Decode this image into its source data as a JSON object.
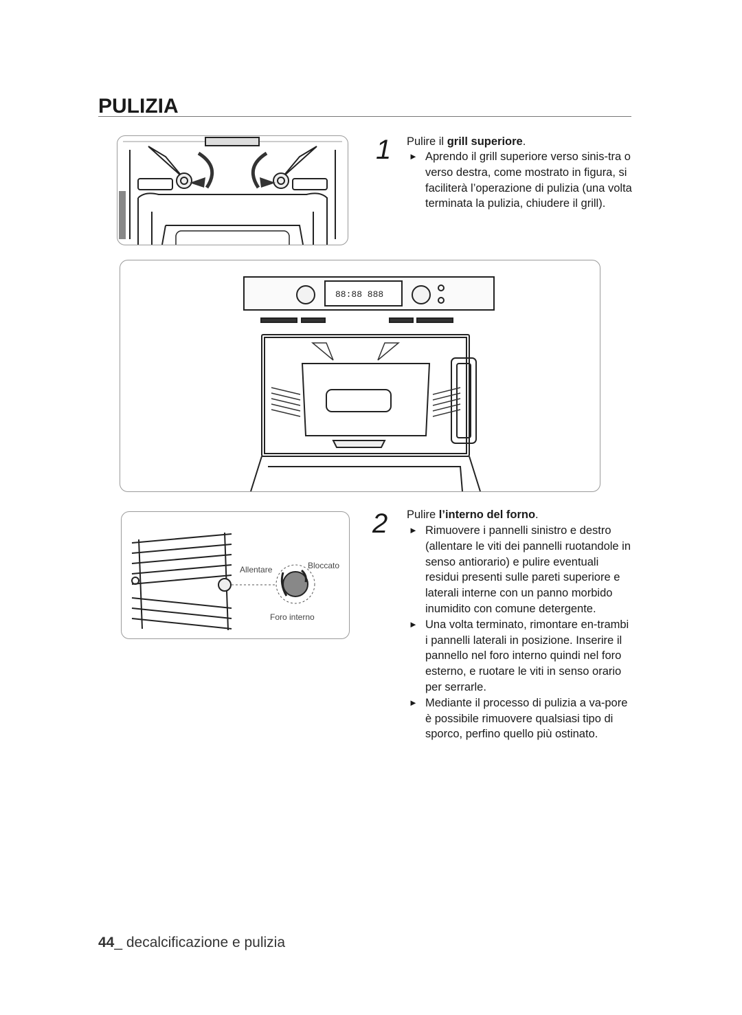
{
  "page": {
    "title": "PULIZIA",
    "footer": {
      "page_number": "44",
      "separator": "_ ",
      "section": "decalcificazione e pulizia"
    }
  },
  "step1": {
    "number": "1",
    "lead": "Pulire il ",
    "lead_bold": "grill superiore",
    "lead_end": ".",
    "bullets": [
      "Aprendo il grill superiore verso sinis-tra o verso destra, come mostrato in figura, si faciliterà l’operazione di pulizia (una volta terminata la pulizia, chiudere il grill)."
    ]
  },
  "step2": {
    "number": "2",
    "lead": "Pulire ",
    "lead_bold": "l’interno del forno",
    "lead_end": ".",
    "bullets": [
      "Rimuovere i pannelli sinistro e destro (allentare le viti dei pannelli ruotandole in senso antiorario) e pulire eventuali residui presenti sulle pareti superiore e laterali interne con un panno morbido inumidito con comune detergente.",
      "Una volta terminato, rimontare en-trambi i pannelli laterali in posizione. Inserire il pannello nel foro interno quindi nel foro esterno, e ruotare le viti in senso orario per serrarle.",
      "Mediante il processo di pulizia a va-pore è possibile rimuovere qualsiasi tipo di sporco, perfino quello più ostinato."
    ]
  },
  "figure3": {
    "label_loosen": "Allentare",
    "label_locked": "Bloccato",
    "label_hole": "Foro interno"
  },
  "oven_display": "88:88 888",
  "icons": {
    "bullet": "triangle-right-icon"
  }
}
